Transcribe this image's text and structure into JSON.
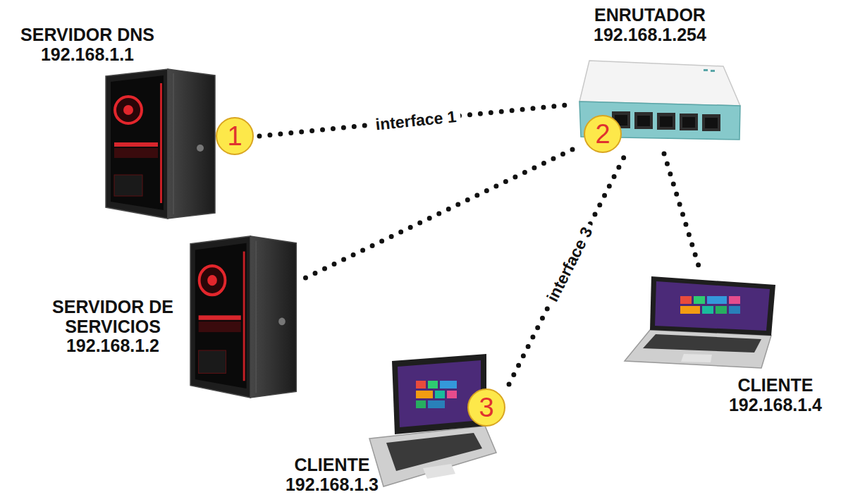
{
  "diagram": {
    "nodes": [
      {
        "text": [
          "SERVIDOR DNS",
          "192.168.1.1"
        ]
      },
      {
        "text": [
          "ENRUTADOR",
          "192.168.1.254"
        ]
      },
      {
        "text": [
          "SERVIDOR DE SERVICIOS",
          "192.168.1.2"
        ]
      },
      {
        "text": [
          "CLIENTE",
          "192.168.1.3"
        ]
      },
      {
        "text": [
          "CLIENTE",
          "192.168.1.4"
        ]
      }
    ],
    "edges": [
      {
        "from": 0,
        "to": 1,
        "arrow": "none",
        "label": "interface 1"
      },
      {
        "from": 1,
        "to": 2,
        "arrow": "none"
      },
      {
        "from": 3,
        "to": 1,
        "arrow": "none",
        "label": "interface 3"
      },
      {
        "from": 1,
        "to": 4,
        "arrow": "none"
      }
    ],
    "labels": [
      "1",
      "2",
      "3"
    ]
  }
}
